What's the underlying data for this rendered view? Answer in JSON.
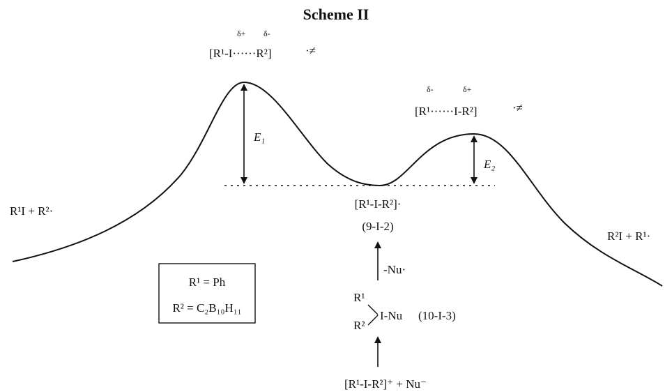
{
  "title": "Scheme II",
  "ts1": {
    "charges": [
      "δ+",
      "δ-"
    ],
    "label": "[R¹-I······R²]",
    "mark": "·≠"
  },
  "ts2": {
    "charges": [
      "δ-",
      "δ+"
    ],
    "label": "[R¹······I-R²]",
    "mark": "·≠"
  },
  "energy_labels": {
    "e1": "E₁",
    "e2": "E₂"
  },
  "left_species": "R¹I + R²·",
  "right_species": "R²I + R¹·",
  "intermediate": {
    "formula": "[R¹-I-R²]·",
    "notation": "(9-I-2)"
  },
  "step_label": "-Nu·",
  "hypervalent": {
    "r1": "R¹",
    "r2": "R²",
    "core": "I-Nu",
    "notation": "(10-I-3)"
  },
  "precursor": "[R¹-I-R²]⁺ + Nu⁻",
  "legend": {
    "line1": "R¹ = Ph",
    "line2": "R² = C₂B₁₀H₁₁"
  }
}
